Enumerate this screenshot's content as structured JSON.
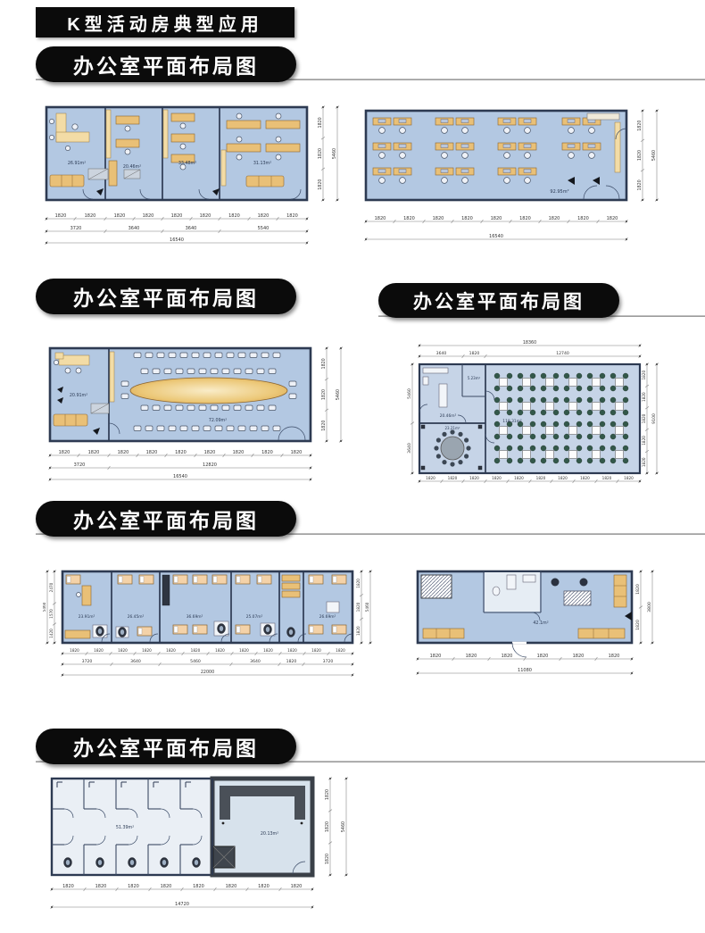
{
  "page_title": "K型活动房典型应用",
  "banners": {
    "row1": "办公室平面布局图",
    "row2_left": "办公室平面布局图",
    "row2_right": "办公室平面布局图",
    "row3": "办公室平面布局图",
    "row4": "办公室平面布局图"
  },
  "colors": {
    "banner_bg": "#0b0b0b",
    "floor_blue": "#b3c8e2",
    "floor_blue_light": "#c6d4e7",
    "wall": "#2d3a52",
    "furniture_tan": "#e9c077",
    "dining_chair_green": "#33584a",
    "dimension_line": "#7d7d7d"
  },
  "plans": {
    "office4": {
      "rooms": [
        "26.91m²",
        "20.46m²",
        "33.48m²",
        "31.13m²"
      ],
      "seg": [
        "1820",
        "1820",
        "1820",
        "1820",
        "1820",
        "1820",
        "1820",
        "1820",
        "1820"
      ],
      "groups": [
        "3720",
        "3640",
        "3640",
        "5540"
      ],
      "total": [
        "16540"
      ],
      "rseg": [
        "1820",
        "1820",
        "1820"
      ],
      "rtotal": [
        "5460"
      ]
    },
    "open_office": {
      "area": "92.95m²",
      "seg": [
        "1820",
        "1820",
        "1820",
        "1820",
        "1820",
        "1820",
        "1820",
        "1820",
        "1820"
      ],
      "total": [
        "16540"
      ],
      "rseg": [
        "1820",
        "1820",
        "1820"
      ],
      "rtotal": [
        "5460"
      ]
    },
    "conference": {
      "office_area": "20.91m²",
      "hall_area": "72.09m²",
      "seg": [
        "1820",
        "1820",
        "1820",
        "1820",
        "1820",
        "1820",
        "1820",
        "1820",
        "1820"
      ],
      "groups": [
        "3720",
        "12820"
      ],
      "total": [
        "16540"
      ],
      "rseg": [
        "1820",
        "1820",
        "1820"
      ],
      "rtotal": [
        "5460"
      ]
    },
    "cafeteria": {
      "kitchen_area": "20.46m²",
      "store_area": "5.23m²",
      "round_room_area": "23.21m²",
      "hall_area": "118.31m²",
      "top_total": [
        "18360"
      ],
      "top_groups": [
        "3640",
        "1820",
        "12740"
      ],
      "seg": [
        "1820",
        "1820",
        "1820",
        "1820",
        "1820",
        "1820",
        "1820",
        "1820",
        "1820",
        "1820"
      ],
      "lgroups": [
        "5460",
        "3640"
      ],
      "rseg": [
        "1820",
        "1820",
        "1820",
        "1820",
        "1820"
      ],
      "rtotal": [
        "9100"
      ]
    },
    "dormitory": {
      "rooms": [
        "23.91m²",
        "26.45m²",
        "36.69m²",
        "25.07m²",
        "26.69m²"
      ],
      "seg": [
        "1820",
        "1820",
        "1820",
        "1820",
        "1820",
        "1820",
        "1820",
        "1820",
        "1820",
        "1820",
        "1820",
        "1820"
      ],
      "groups": [
        "3720",
        "3640",
        "5460",
        "3640",
        "1820",
        "3720"
      ],
      "total": [
        "22000"
      ],
      "lseg": [
        "2470",
        "1570",
        "1420"
      ],
      "ltotal": [
        "5460"
      ],
      "rseg": [
        "1820",
        "1820",
        "1820"
      ],
      "rtotal": [
        "5460"
      ]
    },
    "apartment": {
      "area": "42.1m²",
      "seg": [
        "1820",
        "1820",
        "1820",
        "1820",
        "1820",
        "1820"
      ],
      "total": [
        "11080"
      ],
      "rseg": [
        "1820",
        "1820"
      ],
      "rtotal": [
        "3800"
      ]
    },
    "washroom": {
      "left_area": "51.39m²",
      "right_area": "20.13m²",
      "seg": [
        "1820",
        "1820",
        "1820",
        "1820",
        "1820",
        "1820",
        "1820",
        "1820"
      ],
      "total": [
        "14720"
      ],
      "rseg": [
        "1820",
        "1820",
        "1820"
      ],
      "rtotal": [
        "5460"
      ]
    }
  }
}
